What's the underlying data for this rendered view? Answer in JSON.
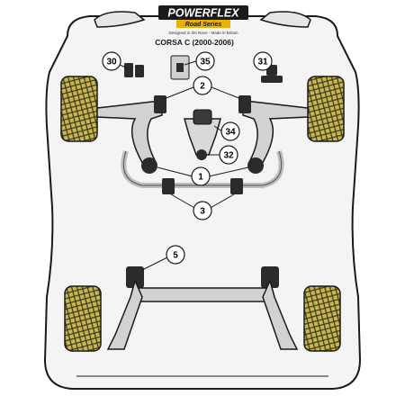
{
  "header": {
    "brand": "POWERFLEX",
    "series": "Road Series",
    "tagline": "Designed in the Race - Made in Britain",
    "model": "CORSA C (2000-2006)"
  },
  "callouts": [
    {
      "id": "30",
      "label": "30"
    },
    {
      "id": "35",
      "label": "35"
    },
    {
      "id": "31",
      "label": "31"
    },
    {
      "id": "2",
      "label": "2"
    },
    {
      "id": "34",
      "label": "34"
    },
    {
      "id": "32",
      "label": "32"
    },
    {
      "id": "1",
      "label": "1"
    },
    {
      "id": "3",
      "label": "3"
    },
    {
      "id": "5",
      "label": "5"
    }
  ],
  "colors": {
    "chassis_fill": "#f3f3f3",
    "outline": "#1a1a1a",
    "tyre": "#c8b84a",
    "bush": "#2b2b2b",
    "arm": "#cfcfcf",
    "brand_yellow": "#e9b200"
  }
}
